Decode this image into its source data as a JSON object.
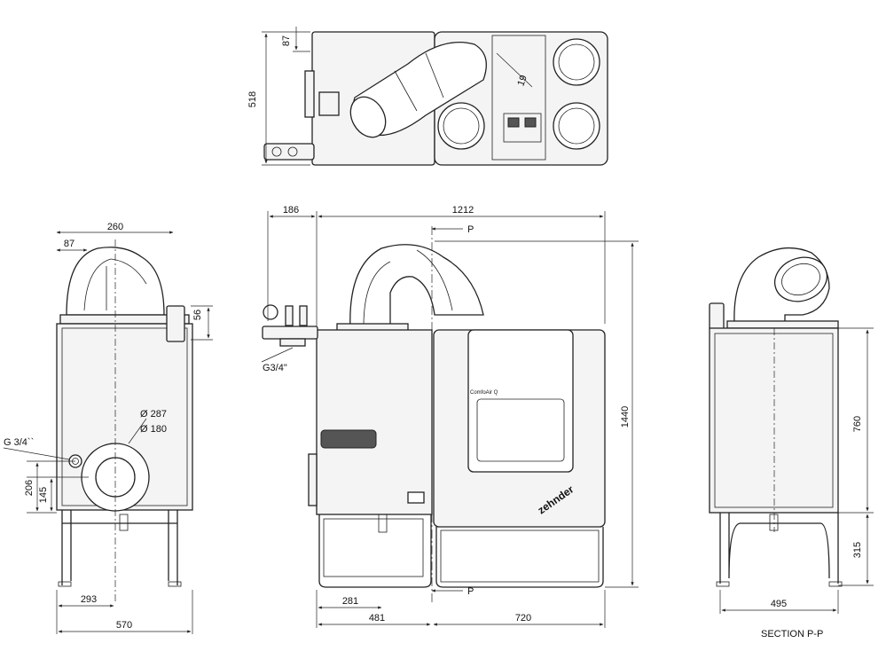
{
  "top_view": {
    "dim_height": "518",
    "dim_offset": "87",
    "dim_angle": "19"
  },
  "left_view": {
    "dim_top_width": "260",
    "dim_top_offset": "87",
    "dim_valve_height": "56",
    "label_connection": "G 3/4``",
    "dim_outer_diameter": "Ø 287",
    "dim_inner_diameter": "Ø 180",
    "dim_206": "206",
    "dim_145": "145",
    "dim_293": "293",
    "dim_total_width": "570"
  },
  "front_view": {
    "dim_186": "186",
    "dim_total_width": "1212",
    "section_marker_top": "P",
    "section_marker_bottom": "P",
    "label_connection": "G3/4\"",
    "dim_height": "1440",
    "dim_281": "281",
    "dim_481": "481",
    "dim_720": "720",
    "brand_logo": "zehnder",
    "model_label": "ComfoAir Q"
  },
  "section_view": {
    "dim_760": "760",
    "dim_315": "315",
    "dim_495": "495",
    "caption": "SECTION P-P"
  }
}
